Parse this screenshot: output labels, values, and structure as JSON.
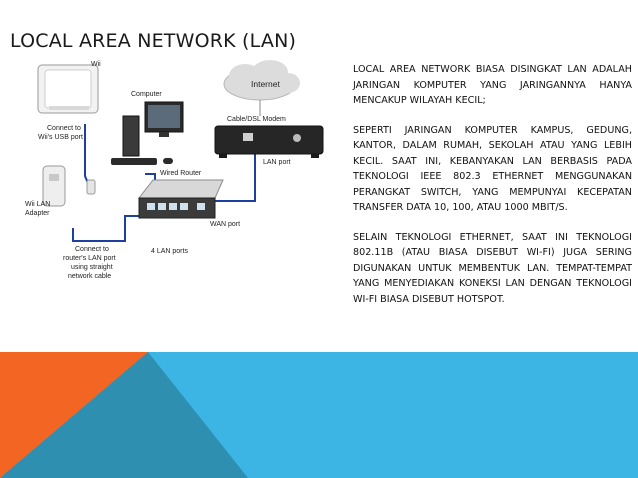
{
  "slide": {
    "title": "LOCAL AREA NETWORK (LAN)",
    "paragraphs": [
      "LOCAL AREA NETWORK BIASA DISINGKAT LAN ADALAH JARINGAN KOMPUTER YANG JARINGANNYA HANYA MENCAKUP WILAYAH KECIL;",
      "SEPERTI JARINGAN KOMPUTER KAMPUS, GEDUNG, KANTOR, DALAM RUMAH, SEKOLAH ATAU YANG LEBIH KECIL. SAAT INI, KEBANYAKAN LAN BERBASIS PADA TEKNOLOGI IEEE 802.3 ETHERNET MENGGUNAKAN PERANGKAT SWITCH, YANG MEMPUNYAI KECEPATAN TRANSFER DATA 10, 100, ATAU 1000 MBIT/S.",
      "SELAIN TEKNOLOGI ETHERNET, SAAT INI TEKNOLOGI 802.11B (ATAU BIASA DISEBUT WI-FI) JUGA SERING DIGUNAKAN UNTUK MEMBENTUK LAN. TEMPAT-TEMPAT YANG MENYEDIAKAN KONEKSI LAN DENGAN TEKNOLOGI WI-FI BIASA DISEBUT HOTSPOT."
    ]
  },
  "diagram": {
    "wii": "Wii",
    "computer": "Computer",
    "internet": "Internet",
    "modem": "Cable/DSL Modem",
    "connect_usb": [
      "Connect to",
      "Wii's USB port"
    ],
    "lan_port": "LAN port",
    "wired_router": "Wired Router",
    "wii_lan_adapter": [
      "Wii LAN",
      "Adapter"
    ],
    "wan_port": "WAN port",
    "four_lan_ports": "4 LAN ports",
    "connect_router": [
      "Connect to",
      "router's LAN port",
      "using straight",
      "network cable"
    ]
  },
  "colors": {
    "orange": "#f26522",
    "teal": "#2e8fb0",
    "sky": "#3cb5e5",
    "cable": "#1f3fa0"
  }
}
